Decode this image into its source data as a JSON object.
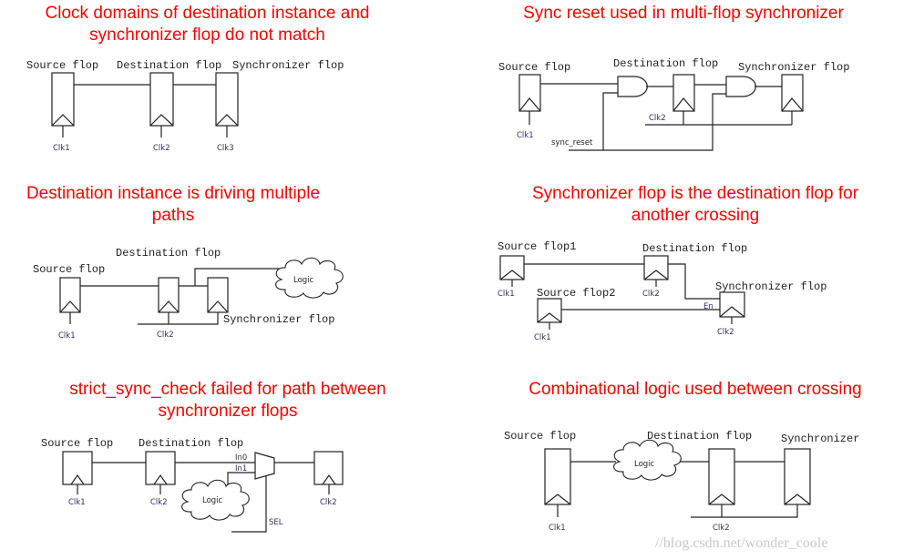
{
  "panels": {
    "p1": {
      "title_line1": "Clock domains of destination instance and",
      "title_line2": "synchronizer flop do not match",
      "labels": {
        "source": "Source flop",
        "destination": "Destination flop",
        "synchronizer": "Synchronizer flop"
      },
      "clocks": [
        "Clk1",
        "Clk2",
        "Clk3"
      ]
    },
    "p2": {
      "title_line1": "Sync reset used in multi-flop synchronizer",
      "labels": {
        "source": "Source flop",
        "destination": "Destination flop",
        "synchronizer": "Synchronizer flop"
      },
      "clocks": [
        "Clk1",
        "Clk2"
      ],
      "reset_label": "sync_reset"
    },
    "p3": {
      "title_line1": "Destination instance is driving multiple",
      "title_line2": "paths",
      "labels": {
        "source": "Source flop",
        "destination": "Destination flop",
        "synchronizer": "Synchronizer flop"
      },
      "clocks": [
        "Clk1",
        "Clk2"
      ],
      "logic_label": "Logic"
    },
    "p4": {
      "title_line1": "Synchronizer flop is the destination flop for",
      "title_line2": "another crossing",
      "labels": {
        "source1": "Source flop1",
        "source2": "Source flop2",
        "destination": "Destination flop",
        "synchronizer": "Synchronizer flop"
      },
      "clocks": [
        "Clk1",
        "Clk2",
        "Clk1",
        "Clk2"
      ],
      "enable_label": "En"
    },
    "p5": {
      "title_line1": "strict_sync_check failed for path between",
      "title_line2": "synchronizer flops",
      "labels": {
        "source": "Source flop",
        "destination": "Destination flop"
      },
      "clocks": [
        "Clk1",
        "Clk2",
        "Clk2"
      ],
      "mux_inputs": [
        "In0",
        "In1"
      ],
      "select_label": "SEL",
      "logic_label": "Logic"
    },
    "p6": {
      "title_line1": "Combinational logic used between crossing",
      "labels": {
        "source": "Source flop",
        "destination": "Destination flop",
        "synchronizer": "Synchronizer"
      },
      "clocks": [
        "Clk1",
        "Clk2"
      ],
      "logic_label": "Logic"
    }
  },
  "watermark": "//blog.csdn.net/wonder_coole"
}
